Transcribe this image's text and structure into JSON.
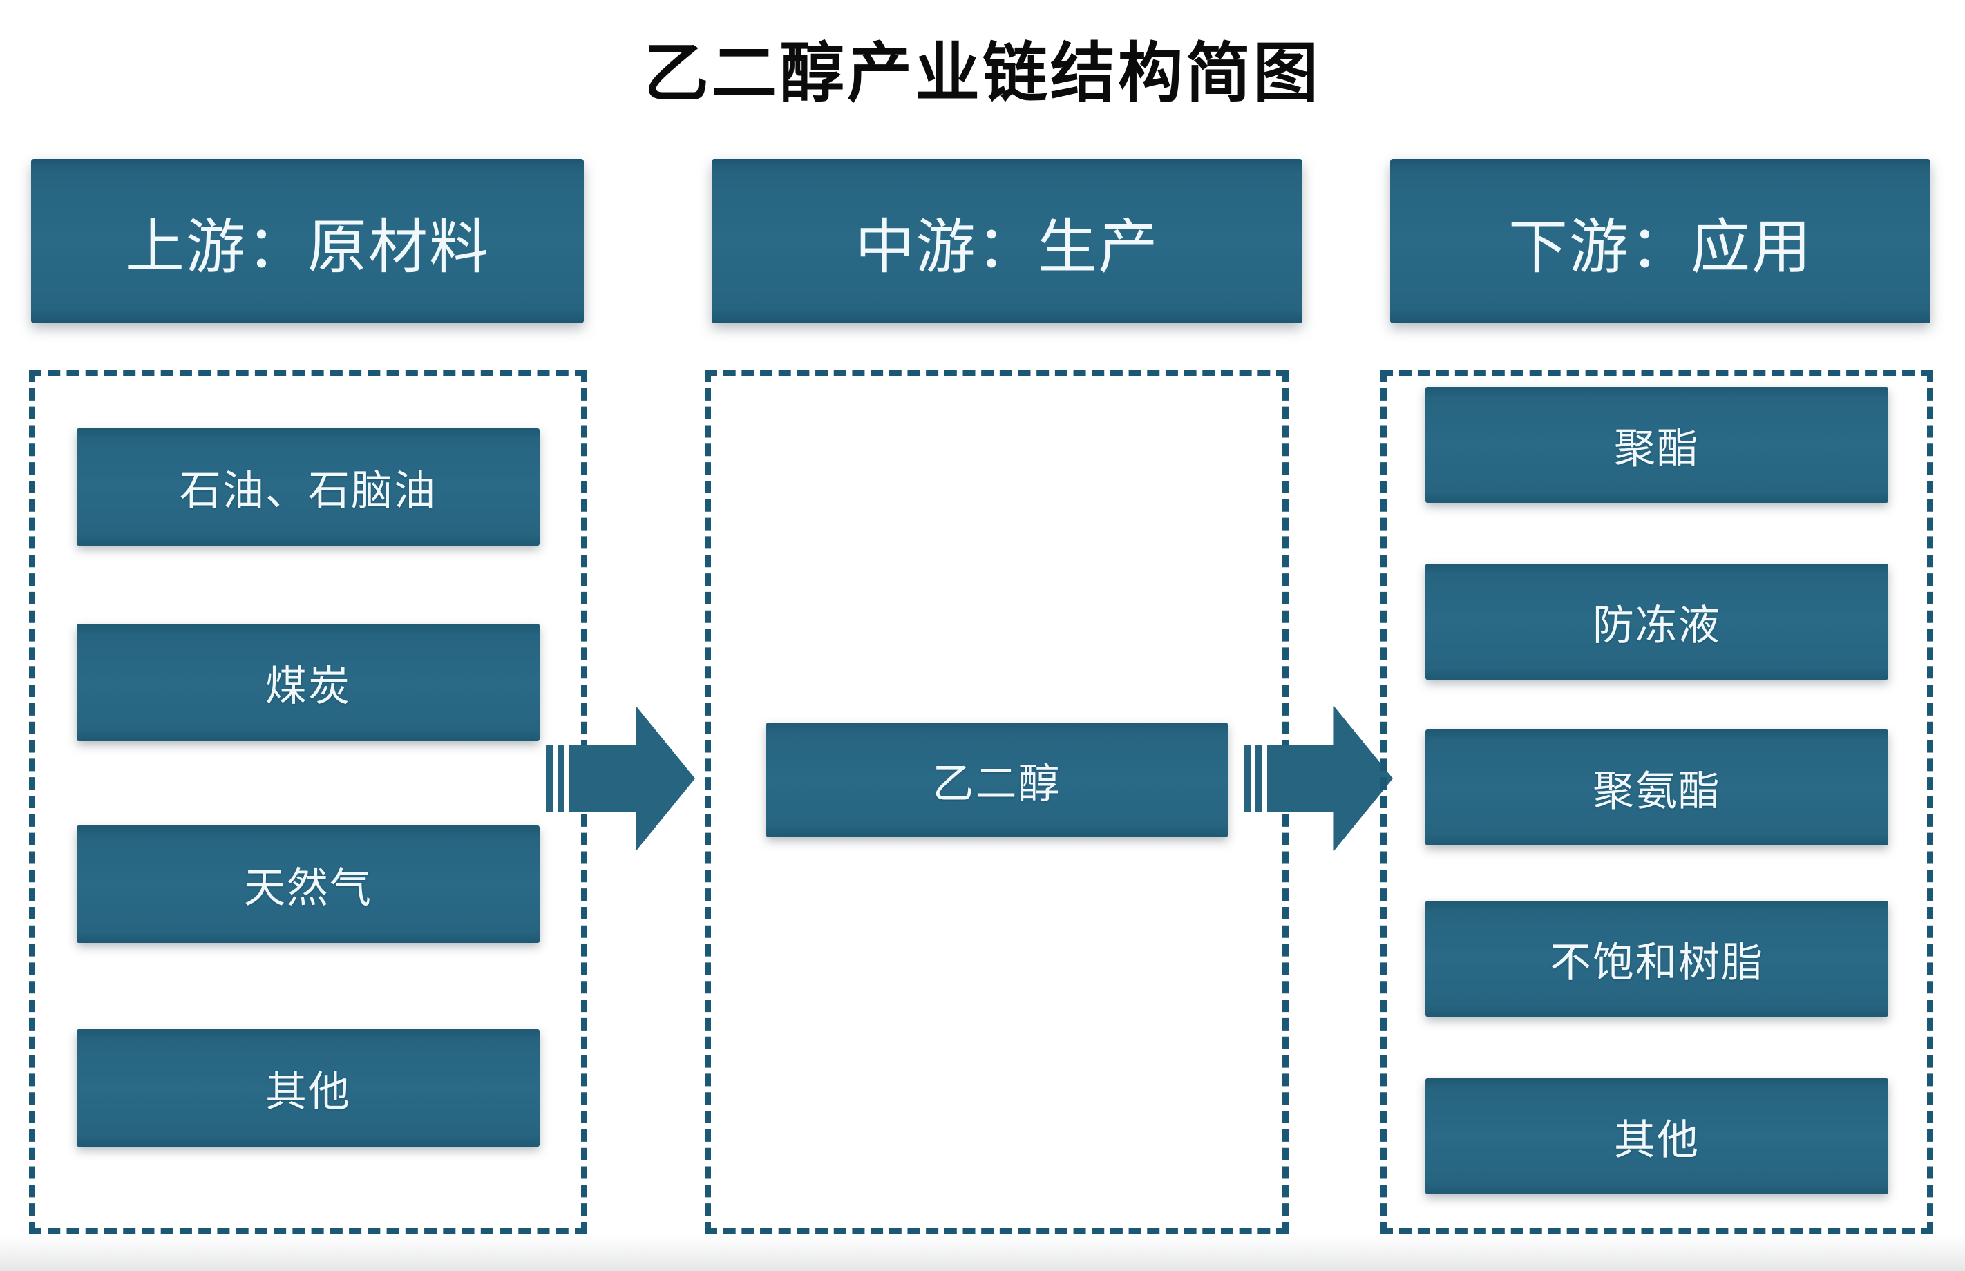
{
  "title": "乙二醇产业链结构简图",
  "columns": [
    {
      "id": "upstream",
      "header": "上游：原材料",
      "items": [
        "石油、石脑油",
        "煤炭",
        "天然气",
        "其他"
      ]
    },
    {
      "id": "midstream",
      "header": "中游：生产",
      "items": [
        "乙二醇"
      ]
    },
    {
      "id": "downstream",
      "header": "下游：应用",
      "items": [
        "聚酯",
        "防冻液",
        "聚氨酯",
        "不饱和树脂",
        "其他"
      ]
    }
  ],
  "icons": {
    "arrow_1": "right-block-arrow",
    "arrow_2": "right-block-arrow"
  },
  "colors": {
    "node_fill": "#276480",
    "dashed_border": "#1b5876",
    "node_text": "#f0f8fb",
    "title_text": "#0b0b0b",
    "background": "#ffffff"
  }
}
